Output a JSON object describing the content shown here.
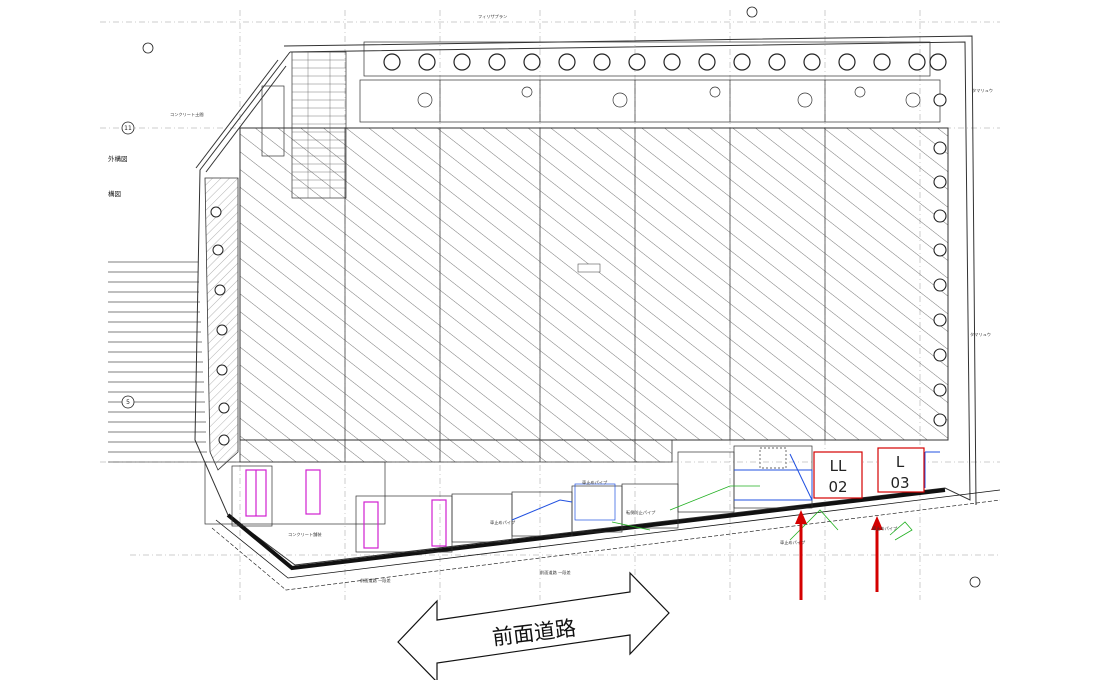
{
  "drawing": {
    "road_label": "前面道路",
    "spaces": [
      {
        "top": "LL",
        "bottom": "02"
      },
      {
        "top": "L",
        "bottom": "03"
      }
    ],
    "side_labels": [
      "外構図",
      "構図"
    ],
    "grid_bubbles": [
      "11",
      "5"
    ],
    "annotations": {
      "concrete_floor": "コンクリート土間",
      "concrete_pavement": "コンクリート舗装",
      "car_stop_pipe_1": "車止めパイプ",
      "car_stop_pipe_2": "車止めパイプ",
      "car_stop_pipe_3": "車止めパイプ",
      "car_stop_pipe_4": "車止めパイプ",
      "anti_topple_pipe": "転倒防止パイプ",
      "tamago_1": "タマリュウ",
      "tamago_2": "タマリュウ",
      "fence_label": "フィリザプラン",
      "road_section_1": "前面道路 一段差",
      "road_section_2": "前面道路 一段差"
    }
  },
  "colors": {
    "line": "#333333",
    "hatch": "#555555",
    "arrow": "#d40000",
    "space_outline": "#d40000",
    "blue": "#2050e0",
    "green": "#20b020",
    "magenta": "#d020d0"
  }
}
